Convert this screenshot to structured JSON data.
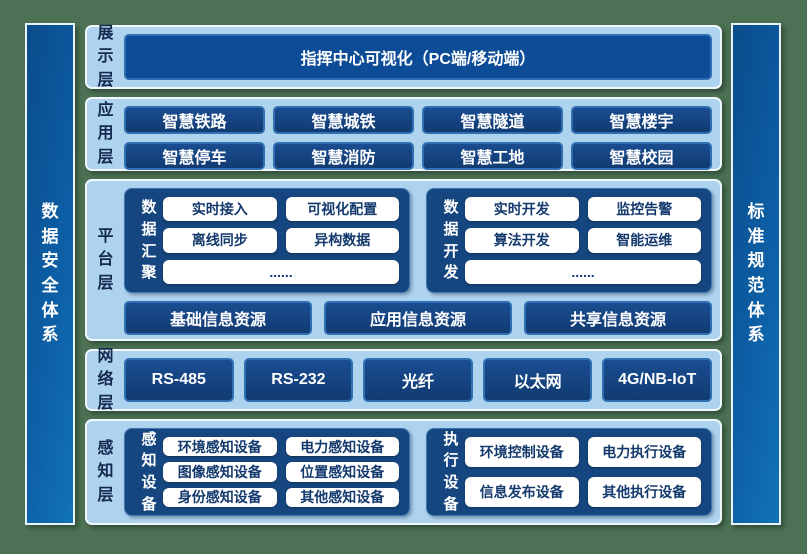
{
  "side_bars": {
    "left": "数据安全体系",
    "right": "标准规范体系"
  },
  "presentation_layer": {
    "label": "展示层",
    "main_button": "指挥中心可视化（PC端/移动端）"
  },
  "application_layer": {
    "label": "应用层",
    "buttons": [
      "智慧铁路",
      "智慧城铁",
      "智慧隧道",
      "智慧楼宇",
      "智慧停车",
      "智慧消防",
      "智慧工地",
      "智慧校园"
    ]
  },
  "platform_layer": {
    "label": "平台层",
    "data_aggregation": {
      "title": "数据汇聚",
      "buttons": [
        "实时接入",
        "可视化配置",
        "离线同步",
        "异构数据"
      ],
      "more": "......"
    },
    "data_development": {
      "title": "数据开发",
      "buttons": [
        "实时开发",
        "监控告警",
        "算法开发",
        "智能运维"
      ],
      "more": "......"
    },
    "resources": [
      "基础信息资源",
      "应用信息资源",
      "共享信息资源"
    ]
  },
  "network_layer": {
    "label": "网络层",
    "buttons": [
      "RS-485",
      "RS-232",
      "光纤",
      "以太网",
      "4G/NB-IoT"
    ]
  },
  "perception_layer": {
    "label": "感知层",
    "perception_devices": {
      "title": "感知设备",
      "buttons": [
        "环境感知设备",
        "电力感知设备",
        "图像感知设备",
        "位置感知设备",
        "身份感知设备",
        "其他感知设备"
      ]
    },
    "execution_devices": {
      "title": "执行设备",
      "buttons": [
        "环境控制设备",
        "电力执行设备",
        "信息发布设备",
        "其他执行设备"
      ]
    }
  },
  "colors": {
    "background_green": "#4c7154",
    "layer_light_blue": "#aed3ef",
    "block_dark_blue": "#123f7a",
    "panel_navy": "#16467f",
    "sidebar_blue": "#0d5ea5",
    "white_button_text": "#143a6d"
  }
}
